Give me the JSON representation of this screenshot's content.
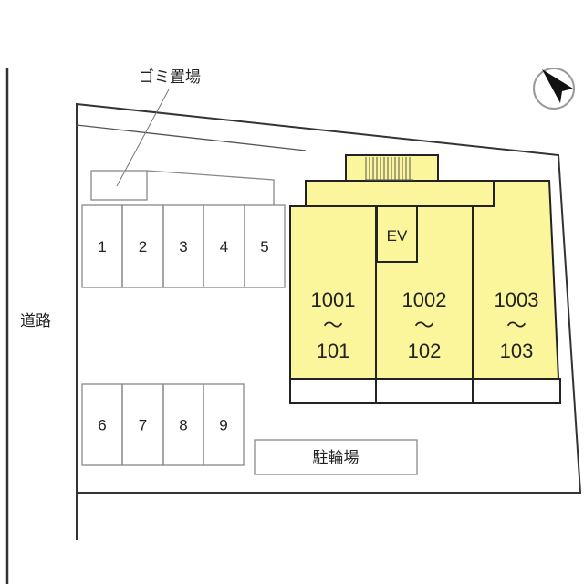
{
  "labels": {
    "road": "道路",
    "garbage": "ゴミ置場",
    "bicycle": "駐輪場",
    "ev": "EV"
  },
  "parking_top": [
    "1",
    "2",
    "3",
    "4",
    "5"
  ],
  "parking_bottom": [
    "6",
    "7",
    "8",
    "9"
  ],
  "units": [
    {
      "top": "1001",
      "sep": "〜",
      "bottom": "101"
    },
    {
      "top": "1002",
      "sep": "〜",
      "bottom": "102"
    },
    {
      "top": "1003",
      "sep": "〜",
      "bottom": "103"
    }
  ],
  "icons": {
    "compass": "north-arrow-icon"
  },
  "colors": {
    "building": "#FBF59B",
    "outline": "#222222",
    "lines": "#888888"
  }
}
